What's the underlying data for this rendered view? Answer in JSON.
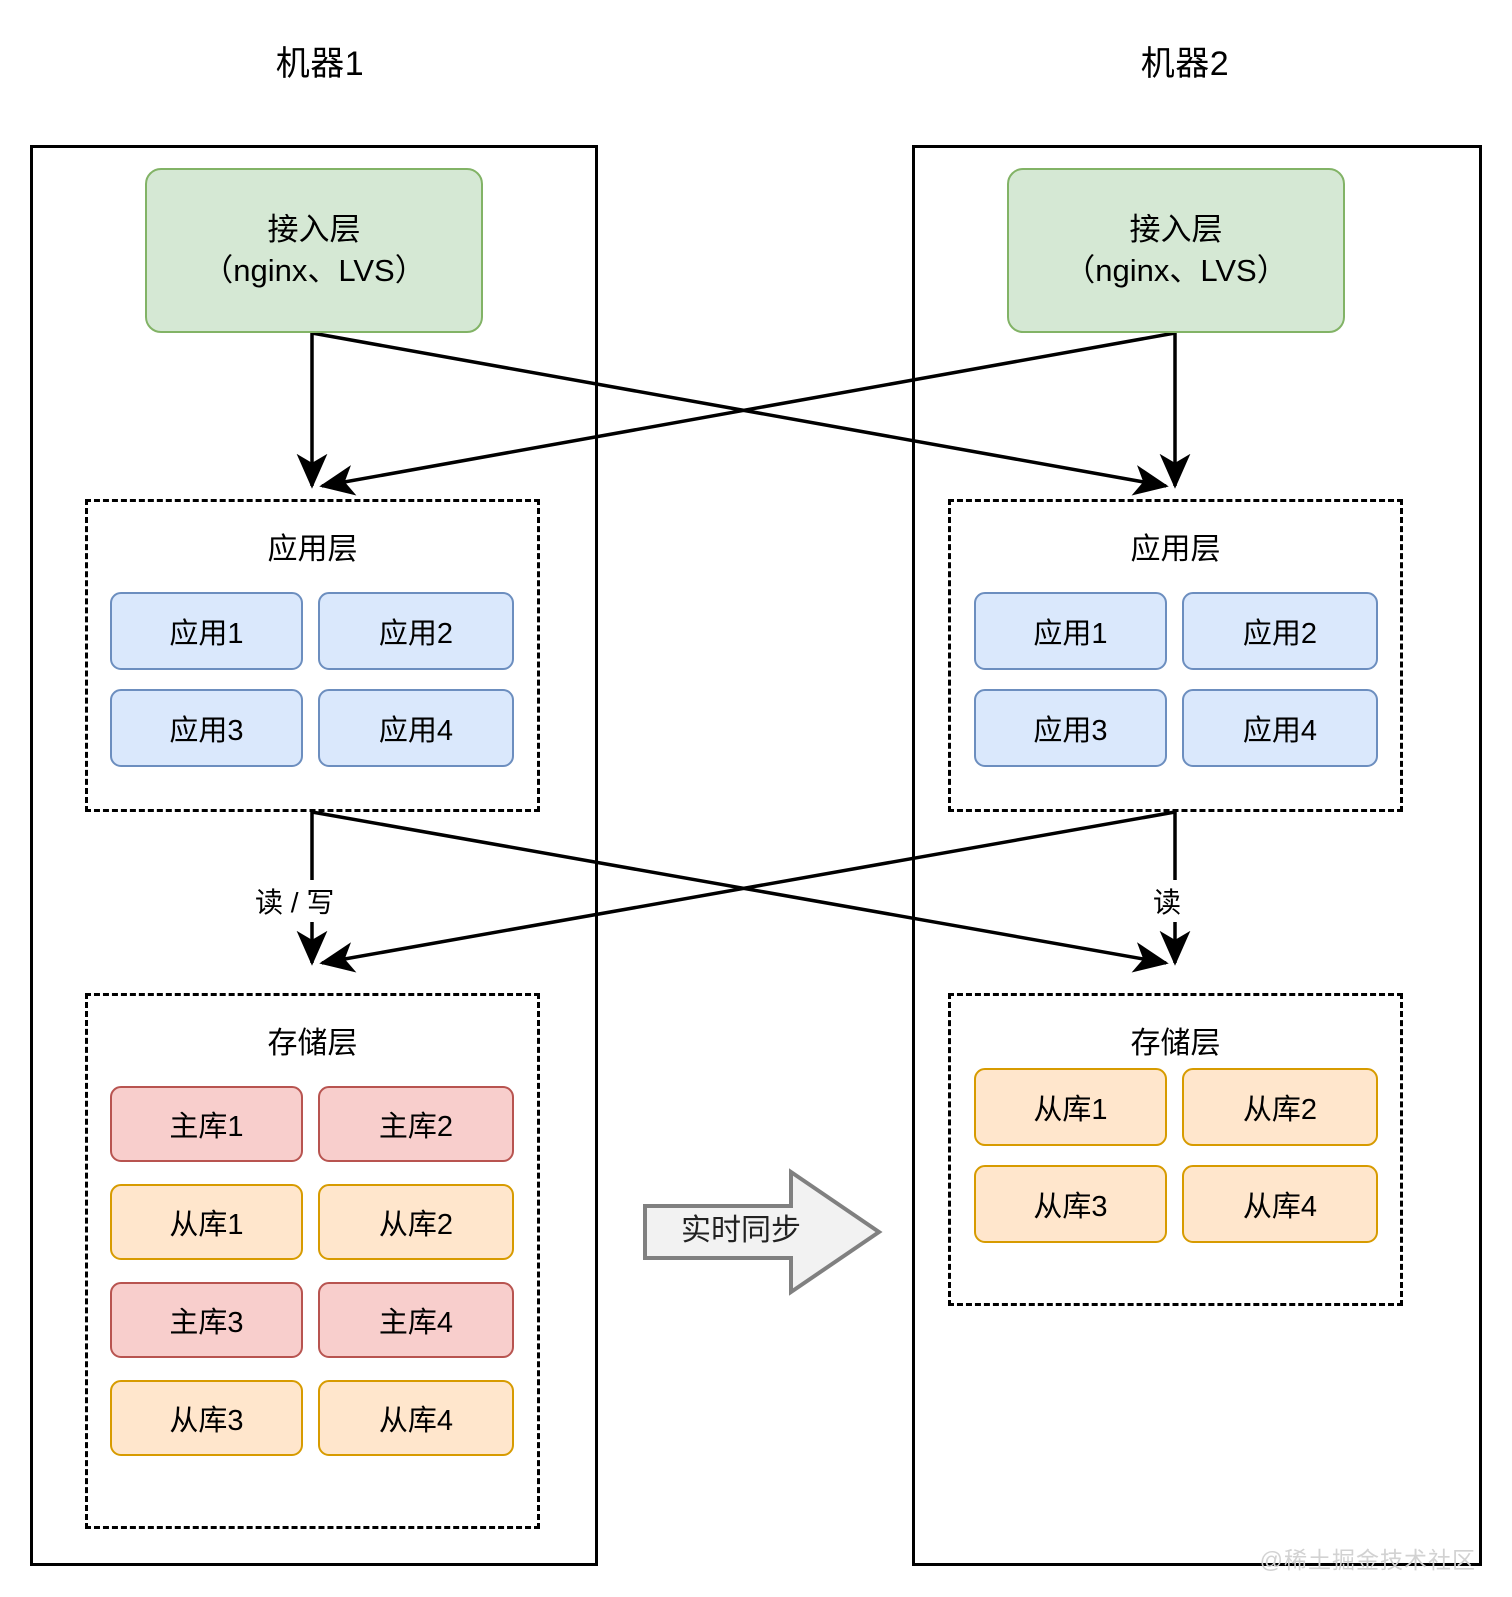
{
  "diagram": {
    "title_left": "机器1",
    "title_right": "机器2",
    "watermark": "@稀土掘金技术社区"
  },
  "palette": {
    "access_fill": "#d5e8d4",
    "access_stroke": "#82b366",
    "app_fill": "#dae8fc",
    "app_stroke": "#6c8ebf",
    "master_fill": "#f8cecc",
    "master_stroke": "#b85450",
    "slave_fill": "#ffe6cc",
    "slave_stroke": "#d79b00",
    "frame_stroke": "#000000",
    "sync_fill": "#f2f2f2",
    "sync_stroke": "#808080"
  },
  "machine1": {
    "name": "机器1",
    "access_layer": {
      "line1": "接入层",
      "line2": "（nginx、LVS）"
    },
    "app_layer": {
      "caption": "应用层",
      "nodes": [
        {
          "label": "应用1"
        },
        {
          "label": "应用2"
        },
        {
          "label": "应用3"
        },
        {
          "label": "应用4"
        }
      ]
    },
    "storage_layer": {
      "caption": "存储层",
      "nodes": [
        {
          "label": "主库1",
          "kind": "master"
        },
        {
          "label": "主库2",
          "kind": "master"
        },
        {
          "label": "从库1",
          "kind": "slave"
        },
        {
          "label": "从库2",
          "kind": "slave"
        },
        {
          "label": "主库3",
          "kind": "master"
        },
        {
          "label": "主库4",
          "kind": "master"
        },
        {
          "label": "从库3",
          "kind": "slave"
        },
        {
          "label": "从库4",
          "kind": "slave"
        }
      ]
    },
    "edge_label": "读 / 写"
  },
  "machine2": {
    "name": "机器2",
    "access_layer": {
      "line1": "接入层",
      "line2": "（nginx、LVS）"
    },
    "app_layer": {
      "caption": "应用层",
      "nodes": [
        {
          "label": "应用1"
        },
        {
          "label": "应用2"
        },
        {
          "label": "应用3"
        },
        {
          "label": "应用4"
        }
      ]
    },
    "storage_layer": {
      "caption": "存储层",
      "nodes": [
        {
          "label": "从库1",
          "kind": "slave"
        },
        {
          "label": "从库2",
          "kind": "slave"
        },
        {
          "label": "从库3",
          "kind": "slave"
        },
        {
          "label": "从库4",
          "kind": "slave"
        }
      ]
    },
    "edge_label": "读"
  },
  "sync": {
    "label": "实时同步",
    "direction": "right"
  }
}
